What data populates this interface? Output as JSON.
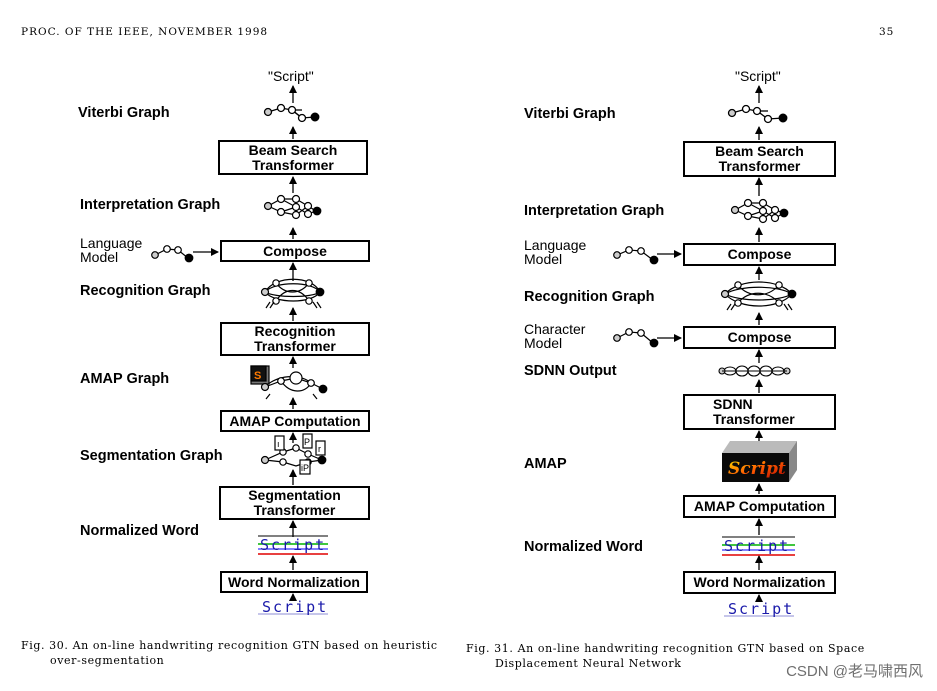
{
  "header": {
    "journal": "PROC. OF THE IEEE, NOVEMBER 1998",
    "page_number": "35"
  },
  "fig30": {
    "output": "\"Script\"",
    "labels": {
      "viterbi": "Viterbi Graph",
      "interpretation": "Interpretation Graph",
      "language_model_1": "Language",
      "language_model_2": "Model",
      "recognition": "Recognition Graph",
      "amap": "AMAP Graph",
      "segmentation": "Segmentation Graph",
      "normalized": "Normalized Word"
    },
    "boxes": {
      "beam_1": "Beam Search",
      "beam_2": "Transformer",
      "compose": "Compose",
      "recog_1": "Recognition",
      "recog_2": "Transformer",
      "amap_comp": "AMAP Computation",
      "seg_1": "Segmentation",
      "seg_2": "Transformer",
      "wordnorm": "Word Normalization"
    },
    "caption_1": "Fig. 30.   An on-line handwriting recognition GTN based on heuristic",
    "caption_2": "over-segmentation"
  },
  "fig31": {
    "output": "\"Script\"",
    "labels": {
      "viterbi": "Viterbi Graph",
      "interpretation": "Interpretation Graph",
      "language_model_1": "Language",
      "language_model_2": "Model",
      "recognition": "Recognition Graph",
      "character_model_1": "Character",
      "character_model_2": "Model",
      "sdnn_output": "SDNN Output",
      "amap": "AMAP",
      "normalized": "Normalized Word"
    },
    "boxes": {
      "beam_1": "Beam Search",
      "beam_2": "Transformer",
      "compose_1": "Compose",
      "compose_2": "Compose",
      "sdnn_1": "SDNN",
      "sdnn_2": "Transformer",
      "amap_comp": "AMAP Computation",
      "wordnorm": "Word Normalization"
    },
    "caption_1": "Fig. 31.   An on-line handwriting recognition GTN based on Space",
    "caption_2": "Displacement Neural Network"
  },
  "handwriting": "Script",
  "amap_image_text": "Script",
  "watermark": "CSDN @老马啸西风"
}
